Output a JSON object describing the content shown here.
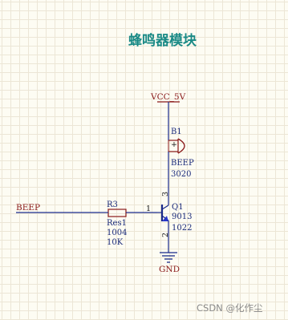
{
  "title": "蜂鸣器模块",
  "power": {
    "net_name": "VCC_5V"
  },
  "buzzer": {
    "designator": "B1",
    "plus_sign": "+",
    "part": "BEEP",
    "value": "3020"
  },
  "input": {
    "net_name": "BEEP"
  },
  "resistor": {
    "designator": "R3",
    "footprint": "Res1",
    "code": "1004",
    "value": "10K"
  },
  "transistor": {
    "designator": "Q1",
    "part": "9013",
    "package": "1022",
    "pin_base": "1",
    "pin_collector": "3",
    "pin_emitter": "2"
  },
  "ground": {
    "net_name": "GND"
  },
  "watermark": "CSDN @化作尘",
  "colors": {
    "wire": "#1a2a8a",
    "red_label": "#8a1a1a",
    "blue_label": "#1a2a7a",
    "title": "#1a8a86",
    "part_body": "#8a1a1a",
    "emitter_arrow": "#2a38c8"
  }
}
